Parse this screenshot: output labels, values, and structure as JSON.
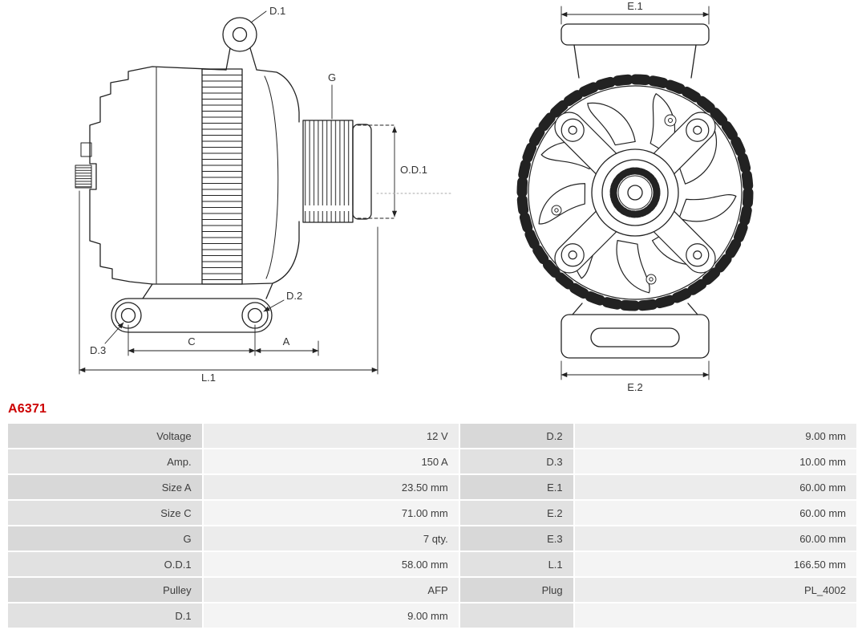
{
  "part_number": "A6371",
  "colors": {
    "part_number": "#cc0000",
    "label_cell": "#d8d8d8",
    "value_cell": "#ececec",
    "label_cell_alt": "#e1e1e1",
    "value_cell_alt": "#f4f4f4",
    "drawing_line": "#222222"
  },
  "drawing": {
    "labels": {
      "d1": "D.1",
      "g": "G",
      "od1": "O.D.1",
      "d2": "D.2",
      "d3": "D.3",
      "c": "C",
      "a": "A",
      "l1": "L.1",
      "e1": "E.1",
      "e2": "E.2"
    }
  },
  "specs": {
    "rows": [
      [
        "Voltage",
        "12 V",
        "D.2",
        "9.00 mm"
      ],
      [
        "Amp.",
        "150 A",
        "D.3",
        "10.00 mm"
      ],
      [
        "Size A",
        "23.50 mm",
        "E.1",
        "60.00 mm"
      ],
      [
        "Size C",
        "71.00 mm",
        "E.2",
        "60.00 mm"
      ],
      [
        "G",
        "7 qty.",
        "E.3",
        "60.00 mm"
      ],
      [
        "O.D.1",
        "58.00 mm",
        "L.1",
        "166.50 mm"
      ],
      [
        "Pulley",
        "AFP",
        "Plug",
        "PL_4002"
      ],
      [
        "D.1",
        "9.00 mm",
        "",
        ""
      ]
    ]
  }
}
